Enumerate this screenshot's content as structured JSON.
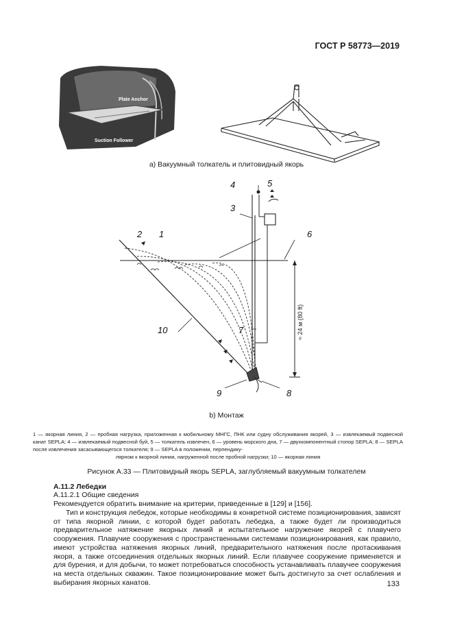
{
  "header": {
    "standard": "ГОСТ Р 58773—2019"
  },
  "figure": {
    "photo_label_plate": "Plate Anchor",
    "photo_label_follower": "Suction Follower",
    "caption_a": "а)  Вакуумный толкатель и плитовидный якорь",
    "caption_b": "b)  Монтаж",
    "callouts": [
      "1",
      "2",
      "3",
      "4",
      "5",
      "6",
      "7",
      "8",
      "9",
      "10"
    ],
    "depth_label": "≈ 24 м (80 ft)",
    "legend_line1": "1 — якорная линия, 2 — пробная нагрузка, приложенная к мобильному МНГС, ПНК или судну обслуживания якорей, 3 — извлекаемый подвесной канат SEPLA; 4 — извлекаемый подвесной буй, 5 — толкатель извлечен, 6 — уровень морского дна, 7 — двухкомпонентный стопор SEPLA; 8 — SEPLA после извлечения засасывающегося толкателя; 9 — SEPLA в положении, перпендику-",
    "legend_line2": "лярном к якорной линии, нагруженной после пробной нагрузки; 10 — якорная линия",
    "title": "Рисунок А.33 — Плитовидный якорь SEPLA, заглубляемый вакуумным толкателем"
  },
  "section": {
    "heading": "А.11.2 Лебедки",
    "subheading": "А.11.2.1 Общие сведения",
    "p1": "Рекомендуется обратить внимание на критерии, приведенные в [129] и [156].",
    "p2": "Тип и конструкция лебедок, которые необходимы в конкретной системе позиционирования, зависят от типа якорной линии, с которой будет работать лебедка, а также будет ли производиться предварительное натяжение якорных линий и испытательное нагружение якорей с плавучего сооружения. Плавучие сооружения с пространственными системами позиционирования, как правило, имеют устройства натяжения якорных линий, предварительного натяжения после протаскивания якоря, а также отсоединения отдельных якорных линий. Если плавучее сооружение применяется и для бурения, и для добычи, то может потребоваться способность устанавливать плавучее сооружения на места отдельных скважин. Такое позиционирование может быть достигнуто за счет ослабления и выбирания якорных канатов."
  },
  "footer": {
    "page_number": "133"
  }
}
